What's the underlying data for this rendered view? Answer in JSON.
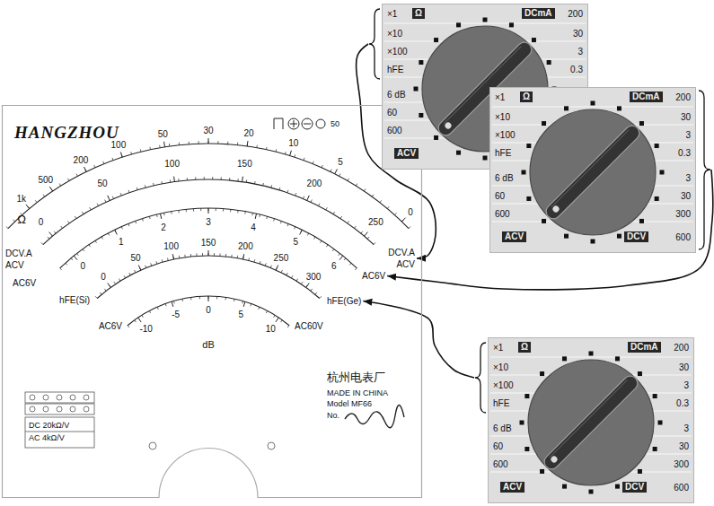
{
  "diagram": {
    "nodes": [
      {
        "text": [
          "HANGZHOU",
          "Ω",
          "1k",
          "500",
          "200",
          "100",
          "50",
          "30",
          "20",
          "10",
          "5",
          "0",
          "DCV.A",
          "ACV",
          "0",
          "50",
          "100",
          "150",
          "200",
          "250",
          "AC6V",
          "0",
          "1",
          "2",
          "3",
          "4",
          "5",
          "6",
          "hFE(Si)",
          "0",
          "50",
          "100",
          "150",
          "200",
          "250",
          "300",
          "AC6V",
          "AC60V",
          "-10",
          "-5",
          "0",
          "5",
          "10",
          "dB",
          "DC 20kΩ/V",
          "AC 4kΩ/V",
          "50",
          "杭州电表厂",
          "MADE IN CHINA",
          "Model MF66",
          "No."
        ]
      },
      {
        "text": [
          "DCV.A",
          "ACV"
        ],
        "in": 0
      },
      {
        "text": [
          "AC6V"
        ],
        "in": 0
      },
      {
        "text": [
          "hFE(Ge)"
        ],
        "in": 0
      },
      {
        "text": [
          "×1",
          "Ω",
          "DCmA",
          "200",
          "×10",
          "30",
          "×100",
          "3",
          "hFE",
          "0.3",
          "6 dB",
          "60",
          "600",
          "ACV"
        ]
      },
      {
        "text": [
          "×1",
          "Ω",
          "DCmA",
          "200",
          "×10",
          "30",
          "×100",
          "3",
          "hFE",
          "0.3",
          "6 dB",
          "3",
          "60",
          "30",
          "600",
          "300",
          "ACV",
          "DCV",
          "600"
        ]
      },
      {
        "text": [
          "×1",
          "Ω",
          "DCmA",
          "200",
          "×10",
          "30",
          "×100",
          "3",
          "hFE",
          "0.3",
          "6 dB",
          "3",
          "60",
          "30",
          "600",
          "300",
          "ACV",
          "DCV",
          "600"
        ]
      }
    ],
    "edges": [
      {
        "from": 4,
        "to": 1,
        "arrow": "to"
      },
      {
        "from": 5,
        "to": 2,
        "arrow": "to"
      },
      {
        "from": 6,
        "to": 3,
        "arrow": "to"
      }
    ]
  }
}
